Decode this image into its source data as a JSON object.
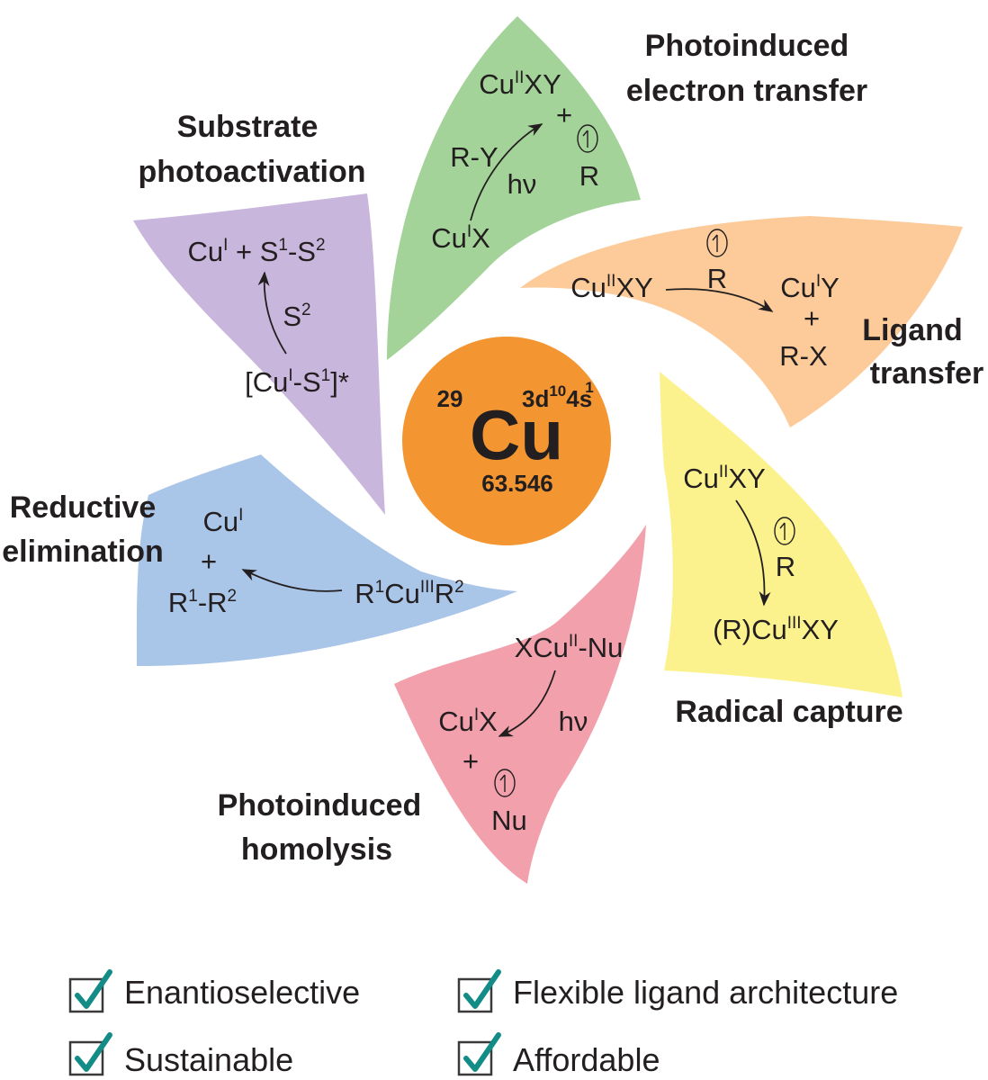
{
  "element": {
    "atomic_number": "29",
    "symbol": "Cu",
    "configuration": {
      "core": "3d",
      "d_count": "10",
      "s_shell": "4s",
      "s_count": "1"
    },
    "atomic_mass": "63.546"
  },
  "colors": {
    "center": "#f39530",
    "photoinduced_electron_transfer": "#a3d398",
    "ligand_transfer": "#fccb99",
    "radical_capture": "#fbf28e",
    "photoinduced_homolysis": "#f2a1ac",
    "reductive_elimination": "#a9c5e8",
    "substrate_photoactivation": "#c9b6dc",
    "checkmark": "#138c87"
  },
  "petals": {
    "pet": {
      "title_line1": "Photoinduced",
      "title_line2": "electron transfer",
      "product": "Cu",
      "product_ox": "II",
      "product_tail": "XY",
      "plus": "+",
      "radical": "R",
      "reagent": "R-Y",
      "light": "hν",
      "start": "Cu",
      "start_ox": "I",
      "start_tail": "X"
    },
    "lt": {
      "title_line1": "Ligand",
      "title_line2": "transfer",
      "start": "Cu",
      "start_ox": "II",
      "start_tail": "XY",
      "radical": "R",
      "product": "Cu",
      "product_ox": "I",
      "product_tail": "Y",
      "plus": "+",
      "byproduct": "R-X"
    },
    "rc": {
      "title": "Radical capture",
      "start": "Cu",
      "start_ox": "II",
      "start_tail": "XY",
      "radical": "R",
      "product_head": "(R)Cu",
      "product_ox": "III",
      "product_tail": "XY"
    },
    "ph": {
      "title_line1": "Photoinduced",
      "title_line2": "homolysis",
      "start_head": "XCu",
      "start_ox": "II",
      "start_tail": "-Nu",
      "light": "hν",
      "product": "Cu",
      "product_ox": "I",
      "product_tail": "X",
      "plus": "+",
      "radical": "Nu"
    },
    "re": {
      "title_line1": "Reductive",
      "title_line2": "elimination",
      "product": "Cu",
      "product_ox": "I",
      "plus": "+",
      "coupled_a": "R",
      "coupled_a_sup": "1",
      "coupled_mid": "-R",
      "coupled_b_sup": "2",
      "start_a": "R",
      "start_a_sup": "1",
      "start_mid": "Cu",
      "start_ox": "III",
      "start_b": "R",
      "start_b_sup": "2"
    },
    "sp": {
      "title_line1": "Substrate",
      "title_line2": "photoactivation",
      "product": "Cu",
      "product_ox": "I",
      "product_plus": " + S",
      "product_s1_sup": "1",
      "product_mid": "-S",
      "product_s2_sup": "2",
      "reagent": "S",
      "reagent_sup": "2",
      "start_head": "[Cu",
      "start_ox": "I",
      "start_mid": "-S",
      "start_s1_sup": "1",
      "start_tail": "]*"
    }
  },
  "legend": {
    "items": [
      {
        "label": "Enantioselective",
        "checked": true
      },
      {
        "label": "Flexible ligand architecture",
        "checked": true
      },
      {
        "label": "Sustainable",
        "checked": true
      },
      {
        "label": "Affordable",
        "checked": true
      }
    ]
  }
}
